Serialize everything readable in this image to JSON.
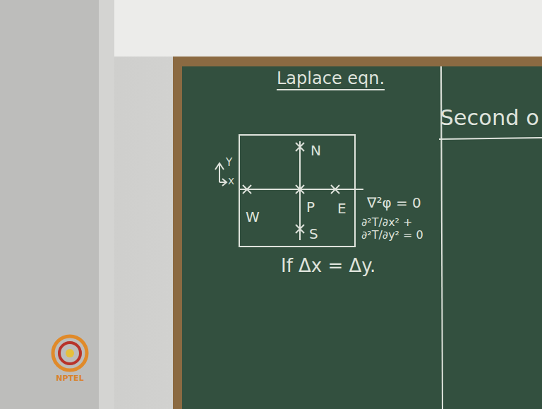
{
  "diagram": {
    "title": "Laplace eqn.",
    "nodes": [
      {
        "text": [
          "N",
          "W",
          "P",
          "E",
          "S"
        ]
      }
    ],
    "labels": [
      "Y",
      "X",
      "∇²φ = 0",
      "∂²T/∂x² + ∂²T/∂y² = 0",
      "If Δx = Δy.",
      "Second o",
      "NPTEL"
    ]
  }
}
